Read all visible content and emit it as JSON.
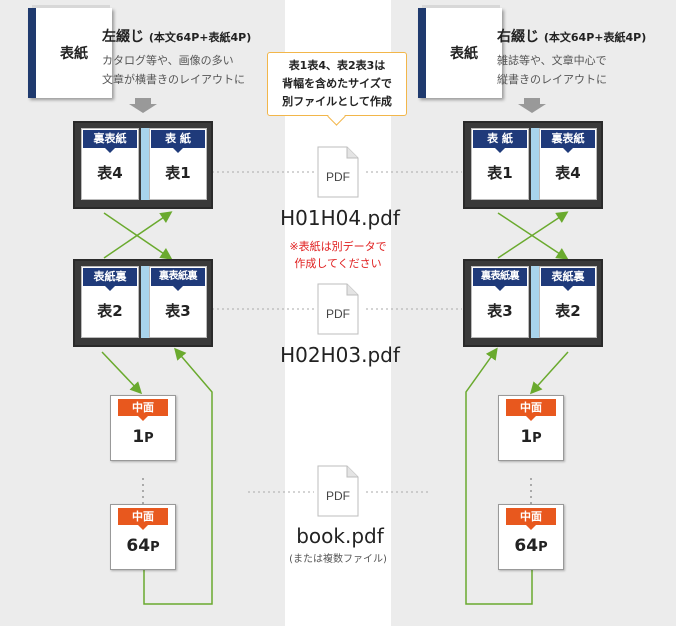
{
  "left": {
    "cover_label": "表紙",
    "title": "左綴じ",
    "title_note": "(本文64P+表紙4P)",
    "desc": [
      "カタログ等や、画像の多い",
      "文章が横書きのレイアウトに"
    ],
    "spread1": {
      "left_tag": "裏表紙",
      "left_page": "表4",
      "right_tag": "表 紙",
      "right_page": "表1"
    },
    "spread2": {
      "left_tag": "表紙裏",
      "left_page": "表2",
      "right_tag": "裏表紙裏",
      "right_page": "表3"
    },
    "inner_first": {
      "tag": "中面",
      "num": "1",
      "unit": "P"
    },
    "inner_last": {
      "tag": "中面",
      "num": "64",
      "unit": "P"
    }
  },
  "right": {
    "cover_label": "表紙",
    "title": "右綴じ",
    "title_note": "(本文64P+表紙4P)",
    "desc": [
      "雑誌等や、文章中心で",
      "縦書きのレイアウトに"
    ],
    "spread1": {
      "left_tag": "表 紙",
      "left_page": "表1",
      "right_tag": "裏表紙",
      "right_page": "表4"
    },
    "spread2": {
      "left_tag": "裏表紙裏",
      "left_page": "表3",
      "right_tag": "表紙裏",
      "right_page": "表2"
    },
    "inner_first": {
      "tag": "中面",
      "num": "1",
      "unit": "P"
    },
    "inner_last": {
      "tag": "中面",
      "num": "64",
      "unit": "P"
    }
  },
  "center": {
    "callout": [
      "表1表4、表2表3は",
      "背幅を含めたサイズで",
      "別ファイルとして作成"
    ],
    "pdf_icon_text": "PDF",
    "file1": "H01H04.pdf",
    "note": [
      "※表紙は別データで",
      "作成してください"
    ],
    "file2": "H02H03.pdf",
    "file3": "book.pdf",
    "file3_sub": "(または複数ファイル)"
  },
  "colors": {
    "cover_tag": "#1f3a7a",
    "inner_tag": "#e8581e",
    "arrow": "#6aaa2e",
    "note": "#e02020"
  }
}
